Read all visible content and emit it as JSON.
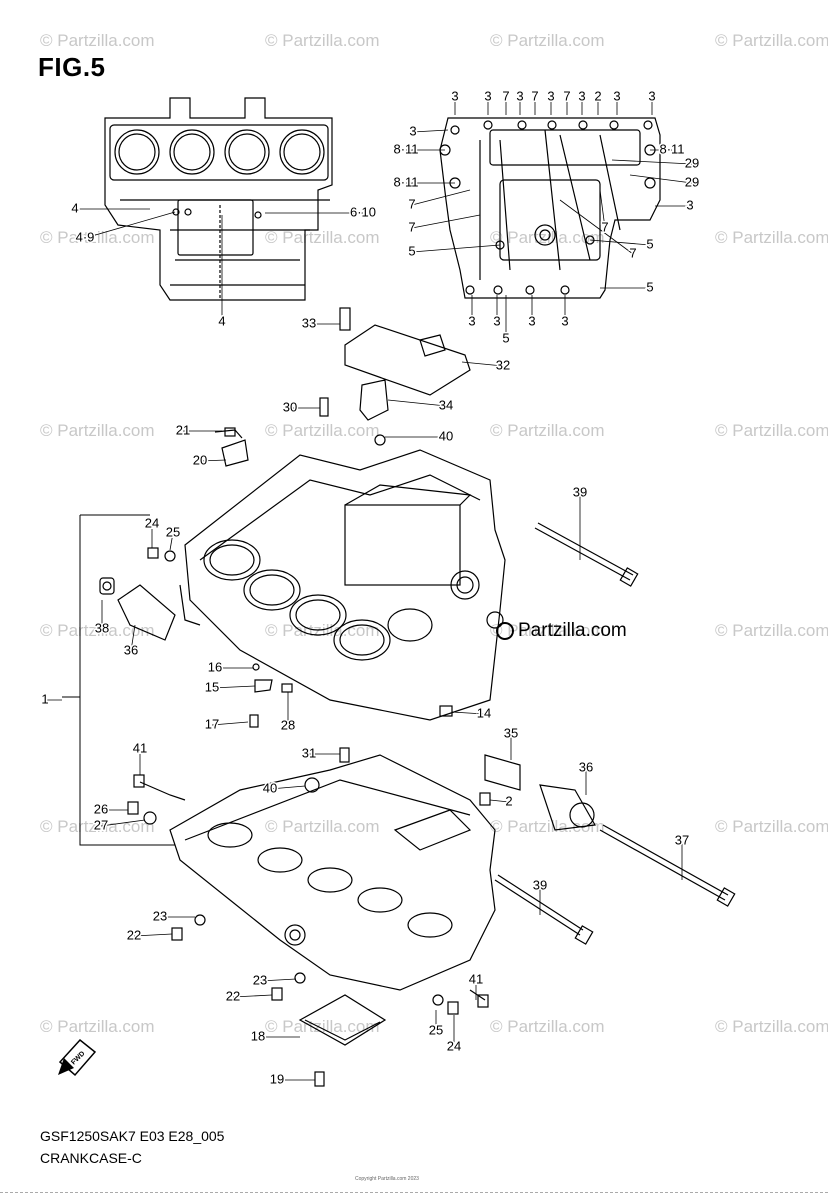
{
  "figure": {
    "title": "FIG.5",
    "code": "GSF1250SAK7 E03 E28_005",
    "name": "CRANKCASE-C",
    "brand": "Partzilla.com",
    "copyright": "Copyright Partzilla.com 2023"
  },
  "watermark": {
    "text": "© Partzilla.com",
    "color": "#c8c8c8"
  },
  "callouts": [
    "3",
    "3",
    "3",
    "7",
    "3",
    "7",
    "3",
    "7",
    "2",
    "3",
    "3",
    "3",
    "8·11",
    "29",
    "8·11",
    "8·11",
    "7",
    "29",
    "3",
    "7",
    "7",
    "5",
    "5",
    "7",
    "5",
    "3",
    "3",
    "5",
    "3",
    "3",
    "4",
    "4·9",
    "6·10",
    "4",
    "33",
    "32",
    "30",
    "34",
    "21",
    "40",
    "20",
    "39",
    "24",
    "25",
    "38",
    "36",
    "1",
    "16",
    "15",
    "17",
    "28",
    "14",
    "41",
    "31",
    "40",
    "35",
    "36",
    "2",
    "26",
    "27",
    "37",
    "23",
    "22",
    "39",
    "23",
    "22",
    "41",
    "25",
    "24",
    "18",
    "19"
  ],
  "fwd_label": "FWD"
}
